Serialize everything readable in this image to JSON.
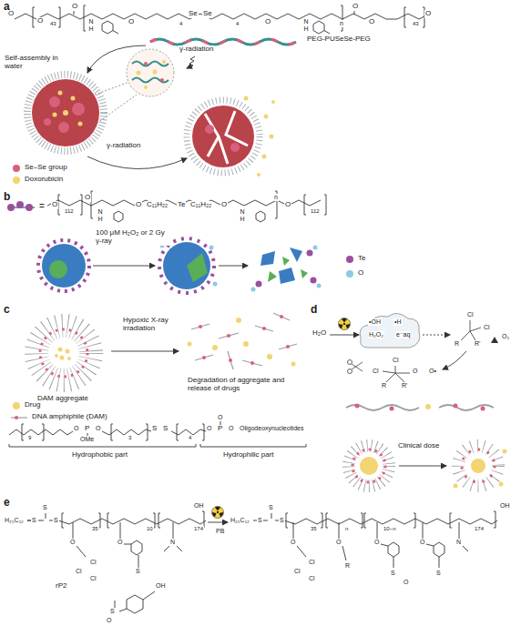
{
  "diagram": {
    "labels": [
      "a",
      "O",
      "O",
      "43",
      "O",
      "N H",
      "O",
      "4",
      "Se",
      "Se",
      "4",
      "O",
      "N H",
      "n",
      "O",
      "O",
      "43",
      "O",
      "PEG-PUSeSe-PEG",
      "Self-assembly in water",
      "γ-radiation",
      "γ-radiation",
      "b",
      "=",
      "O",
      "112",
      "O",
      "N H",
      "O",
      "C₁₁H₂₂",
      "Te",
      "C₁₁H₂₂",
      "O",
      "N H",
      "n",
      "O",
      "112",
      "100 μM H₂O₂ or 2 Gy γ-ray",
      "c",
      "Hypoxic X-ray irradiation",
      "DAM aggregate",
      "Degradation of aggregate and release of drugs",
      "9",
      "O",
      "P",
      "O",
      "OMe",
      "3",
      "S",
      "S",
      "4",
      "O",
      "O",
      "P",
      "O",
      "Oligodeoxynucleotides",
      "Hydrophobic part",
      "Hydrophilic part",
      "d",
      "H₂O",
      "•OH",
      "•H",
      "H₂O₂",
      "e⁻aq",
      "Cl",
      "Cl",
      "R",
      "R'",
      "O₂",
      "Cl",
      "Cl",
      "O",
      "O•",
      "R",
      "R'",
      "Clinical dose",
      "e",
      "H₂₅C₁₂",
      "S",
      "S",
      "S",
      "35",
      "10",
      "174",
      "OH",
      "O",
      "Cl",
      "Cl",
      "Cl",
      "O",
      "S",
      "N",
      "PB",
      "rP2",
      "S",
      "O",
      "OH",
      "H₂₅C₁₂",
      "S",
      "S",
      "S",
      "35",
      "n",
      "10−n",
      "174",
      "OH",
      "O",
      "Cl",
      "Cl",
      "Cl",
      "O",
      "R",
      "O",
      "S",
      "O",
      "O",
      "S",
      "N"
    ],
    "legend": [
      {
        "text": "Se–Se group",
        "color": "#d9607a"
      },
      {
        "text": "Doxorubicin",
        "color": "#f2d472"
      },
      {
        "text": "Te",
        "color": "#9b4f9e"
      },
      {
        "text": "O",
        "color": "#8ec9e6"
      },
      {
        "text": "Drug",
        "color": "#f2d472"
      },
      {
        "text": "DNA amphiphile (DAM)"
      }
    ]
  }
}
